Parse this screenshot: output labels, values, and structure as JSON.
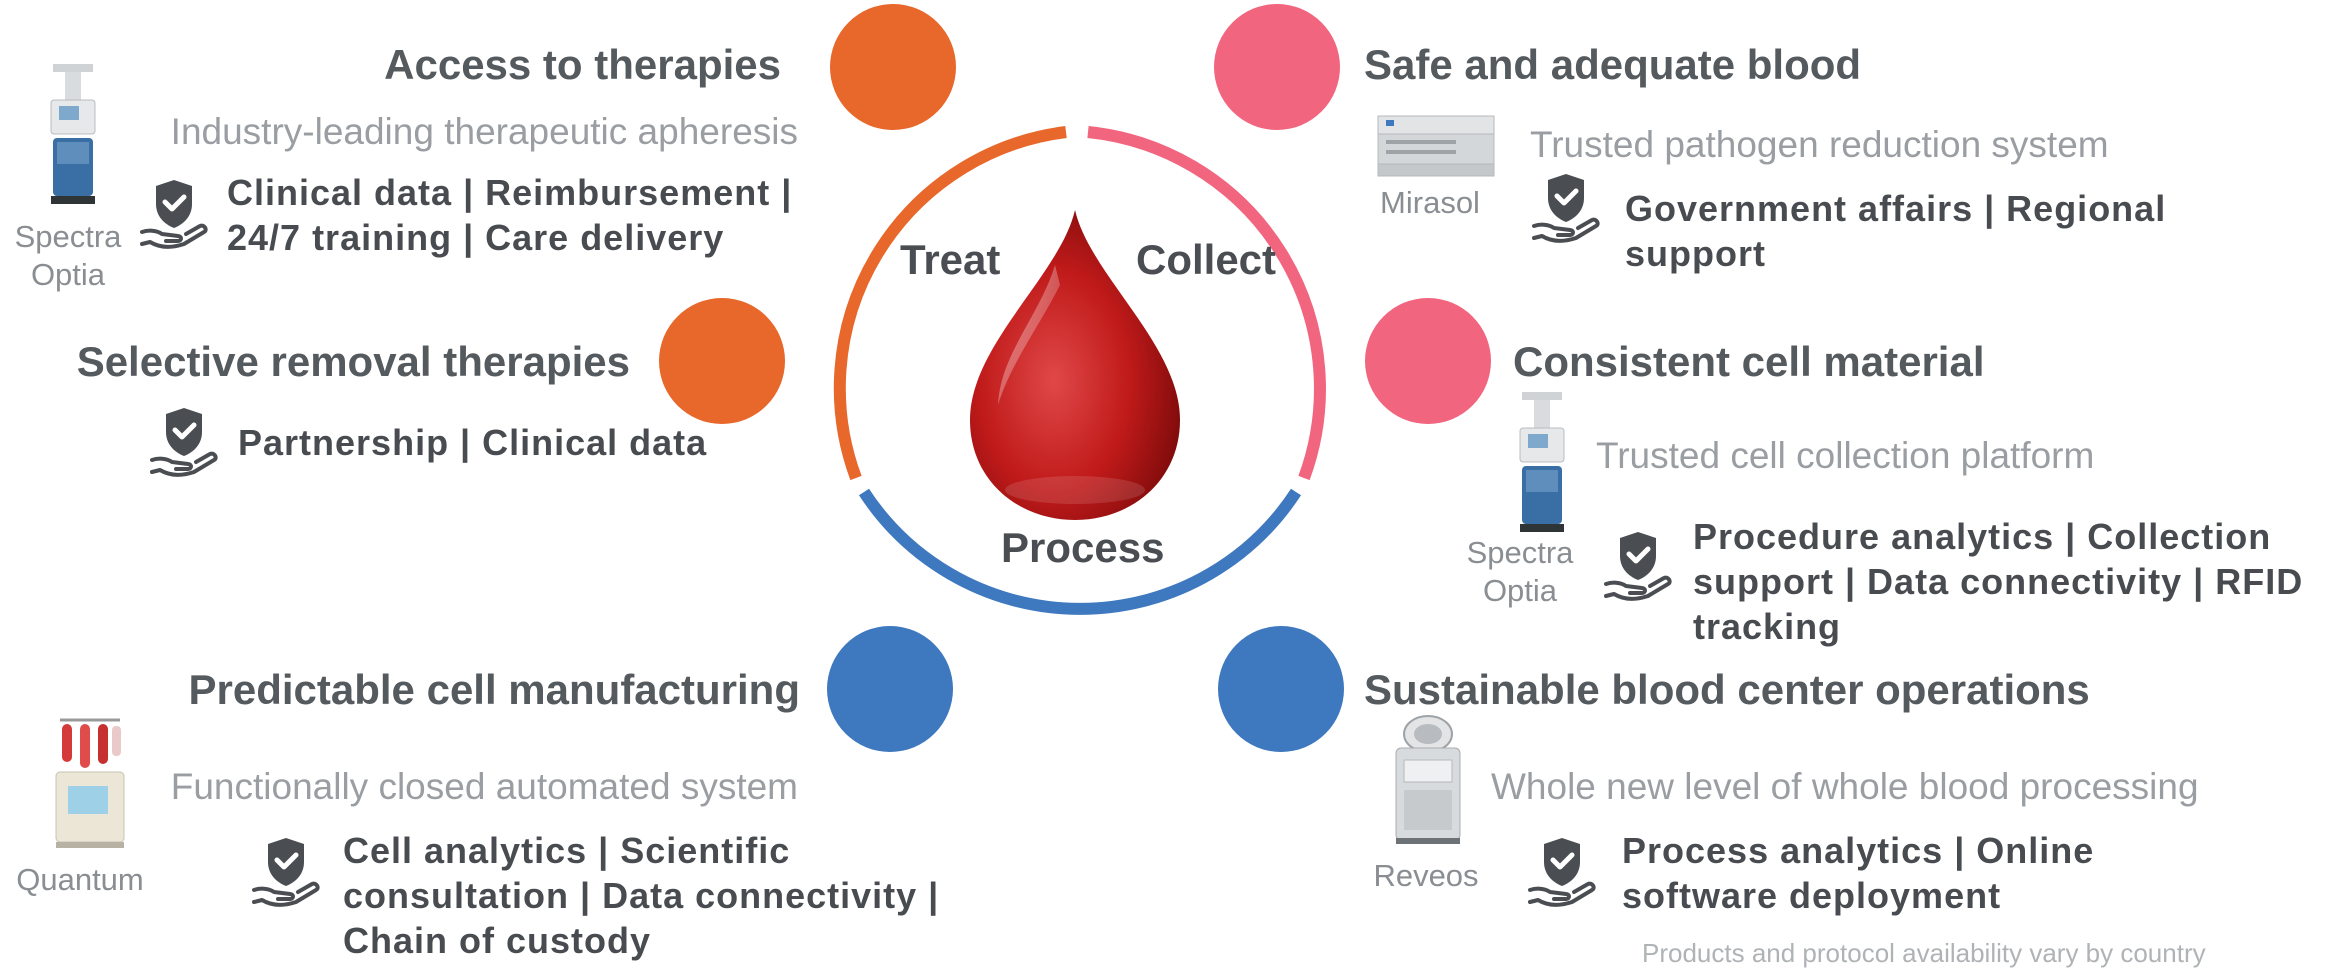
{
  "colors": {
    "orange": "#e8672a",
    "pink": "#f2657e",
    "blue": "#3e78bf",
    "text_dark": "#555a5e",
    "text_light": "#9a9ea2",
    "drop": "#c41e1e"
  },
  "center": {
    "treat": "Treat",
    "collect": "Collect",
    "process": "Process"
  },
  "left": [
    {
      "title": "Access to therapies",
      "subtitle": "Industry-leading therapeutic apheresis",
      "features": [
        "Clinical data | Reimbursement |",
        "24/7 training | Care delivery"
      ],
      "product": [
        "Spectra",
        "Optia"
      ],
      "circle": "orange"
    },
    {
      "title": "Selective removal therapies",
      "features": [
        "Partnership | Clinical data"
      ],
      "circle": "orange"
    },
    {
      "title": "Predictable cell manufacturing",
      "subtitle": "Functionally closed automated system",
      "features": [
        "Cell analytics | Scientific",
        "consultation  | Data connectivity |",
        "Chain of custody"
      ],
      "product": [
        "Quantum"
      ],
      "circle": "blue"
    }
  ],
  "right": [
    {
      "title": "Safe and adequate blood",
      "subtitle": "Trusted pathogen reduction system",
      "features": [
        "Government affairs | Regional",
        "support"
      ],
      "product": [
        "Mirasol"
      ],
      "circle": "pink"
    },
    {
      "title": "Consistent cell material",
      "subtitle": "Trusted cell collection platform",
      "features": [
        "Procedure analytics | Collection",
        "support | Data connectivity | RFID",
        "tracking"
      ],
      "product": [
        "Spectra",
        "Optia"
      ],
      "circle": "pink"
    },
    {
      "title": "Sustainable blood center operations",
      "subtitle": "Whole new level of whole blood processing",
      "features": [
        "Process analytics | Online",
        "software deployment"
      ],
      "product": [
        "Reveos"
      ],
      "circle": "blue"
    }
  ],
  "footnote": "Products and protocol availability vary by country",
  "icons": [
    "spectra-optia-device-icon",
    "mirasol-device-icon",
    "quantum-device-icon",
    "reveos-device-icon",
    "shield-hand-icon",
    "blood-drop-icon"
  ]
}
